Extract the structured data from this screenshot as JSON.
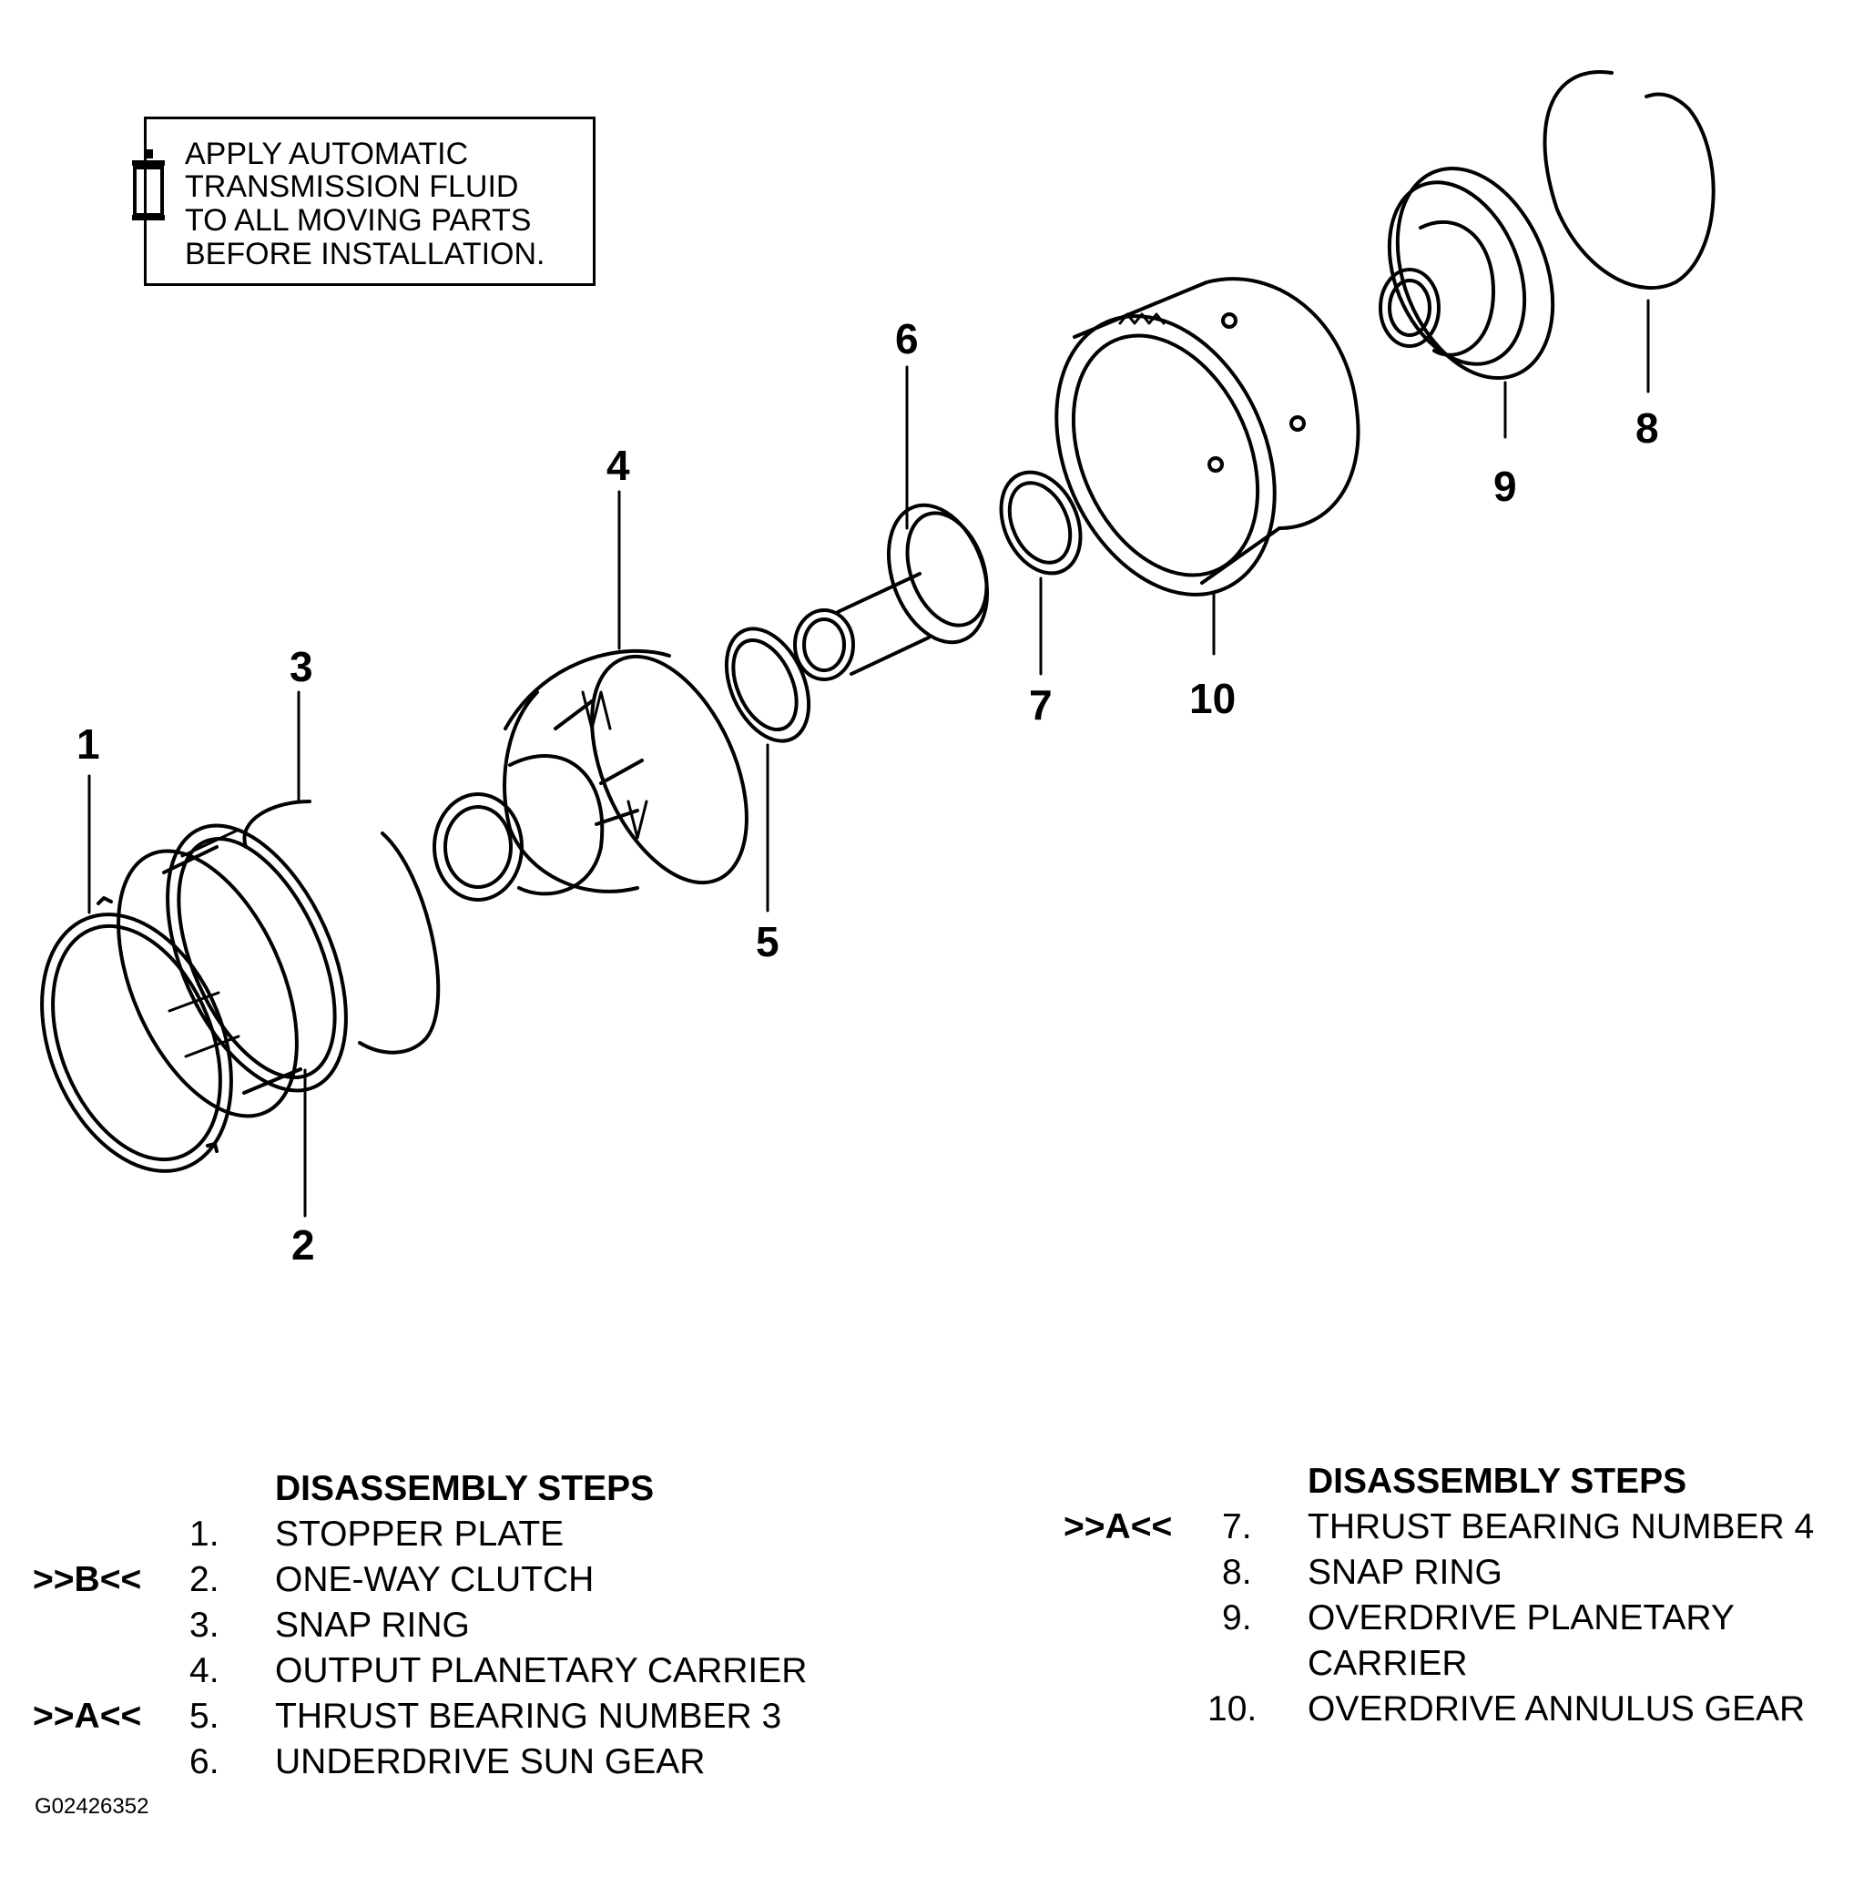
{
  "note": {
    "lines": [
      "APPLY AUTOMATIC",
      "TRANSMISSION FLUID",
      "TO ALL MOVING PARTS",
      "BEFORE INSTALLATION."
    ],
    "icon": "oil-bottle-icon"
  },
  "callouts": [
    "1",
    "2",
    "3",
    "4",
    "5",
    "6",
    "7",
    "8",
    "9",
    "10"
  ],
  "steps_left": {
    "heading": "DISASSEMBLY STEPS",
    "items": [
      {
        "code": "",
        "num": "1.",
        "name": "STOPPER PLATE"
      },
      {
        "code": ">>B<<",
        "num": "2.",
        "name": "ONE-WAY CLUTCH"
      },
      {
        "code": "",
        "num": "3.",
        "name": "SNAP RING"
      },
      {
        "code": "",
        "num": "4.",
        "name": "OUTPUT PLANETARY CARRIER"
      },
      {
        "code": ">>A<<",
        "num": "5.",
        "name": "THRUST BEARING NUMBER 3"
      },
      {
        "code": "",
        "num": "6.",
        "name": "UNDERDRIVE SUN GEAR"
      }
    ]
  },
  "steps_right": {
    "heading": "DISASSEMBLY STEPS",
    "items": [
      {
        "code": ">>A<<",
        "num": "7.",
        "name": "THRUST BEARING NUMBER 4"
      },
      {
        "code": "",
        "num": "8.",
        "name": "SNAP RING"
      },
      {
        "code": "",
        "num": "9.",
        "name": "OVERDRIVE PLANETARY"
      },
      {
        "code": "",
        "num": "",
        "name": "CARRIER"
      },
      {
        "code": "",
        "num": "10.",
        "name": "OVERDRIVE ANNULUS GEAR"
      }
    ]
  },
  "figure_id": "G02426352"
}
